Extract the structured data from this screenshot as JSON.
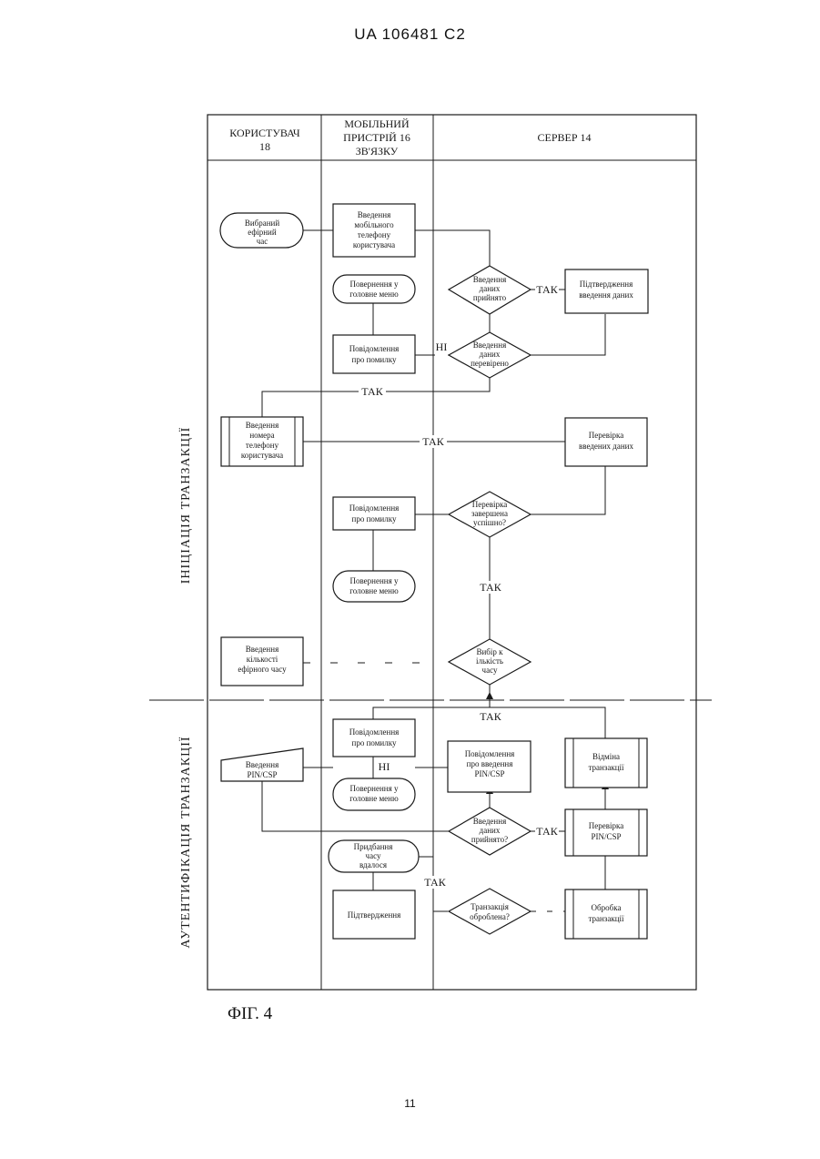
{
  "header": {
    "doc_id": "UA   106481   C2"
  },
  "columns": {
    "user": [
      "КОРИСТУВАЧ",
      "18"
    ],
    "mobile": [
      "МОБІЛЬНИЙ",
      "ПРИСТРІЙ 16",
      "ЗВ'ЯЗКУ"
    ],
    "server": [
      "СЕРВЕР 14"
    ]
  },
  "phases": {
    "initiation": "ІНІЦІАЦІЯ ТРАНЗАКЦІЇ",
    "authentication": "АУТЕНТИФІКАЦІЯ ТРАНЗАКЦІЇ"
  },
  "nodes": {
    "airtime_select": [
      "Вибраний",
      "ефірний",
      "час"
    ],
    "mobile_entry": [
      "Введення",
      "мобільного",
      "телефону",
      "користувача"
    ],
    "data_accepted": [
      "Введення",
      "даних",
      "прийнято"
    ],
    "confirm_entry": [
      "Підтвердження",
      "введення даних"
    ],
    "return_menu_1": [
      "Повернення у",
      "головне меню"
    ],
    "error_msg_1": [
      "Повідомлення",
      "про помилку"
    ],
    "data_checked": [
      "Введення",
      "даних",
      "перевірено"
    ],
    "phone_entry": [
      "Введення",
      "номера",
      "телефону",
      "користувача"
    ],
    "verify_data": [
      "Перевірка",
      "введених даних"
    ],
    "error_msg_2": [
      "Повідомлення",
      "про помилку"
    ],
    "check_success": [
      "Перевірка",
      "завершена",
      "успішно?"
    ],
    "return_menu_2": [
      "Повернення у",
      "головне меню"
    ],
    "airtime_amount": [
      "Введення",
      "кількості",
      "ефірного часу"
    ],
    "pass_amount": [
      "Вибір к",
      "ількість",
      "часу"
    ],
    "error_msg_3": [
      "Повідомлення",
      "про помилку"
    ],
    "pin_entry": [
      "Введення",
      "PIN/CSP"
    ],
    "pin_msg": [
      "Повідомлення",
      "про введення",
      "PIN/CSP"
    ],
    "cancel_tx": [
      "Відміна",
      "транзакції"
    ],
    "return_menu_3": [
      "Повернення у",
      "головне меню"
    ],
    "pin_accepted": [
      "Введення",
      "даних",
      "прийнято?"
    ],
    "verify_pin": [
      "Перевірка",
      "PIN/CSP"
    ],
    "tx_success": [
      "Придбання",
      "часу",
      "вдалося"
    ],
    "confirmation": [
      "Підтвердження"
    ],
    "tx_processed": [
      "Транзакція",
      "оброблена?"
    ],
    "process_tx": [
      "Обробка",
      "транзакції"
    ]
  },
  "labels": {
    "yes": "ТАК",
    "no": "НІ"
  },
  "figure": {
    "caption": "ФІГ. 4"
  },
  "page": {
    "number": "11"
  }
}
